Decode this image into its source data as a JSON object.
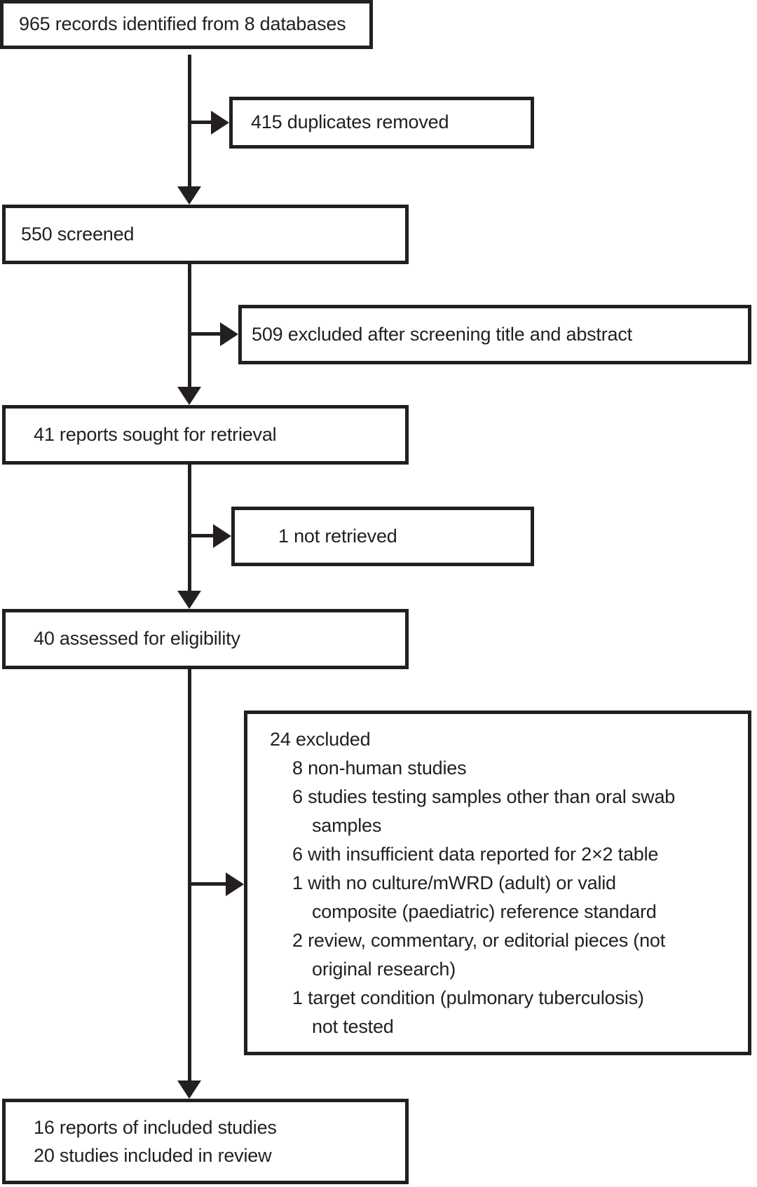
{
  "figure": {
    "type": "study-selection-flow-diagram",
    "colors": {
      "line": "#231f20",
      "text": "#231f20",
      "background": "#ffffff"
    },
    "boxes": {
      "identified": "965 records identified from 8 databases",
      "duplicates_removed": "415 duplicates removed",
      "screened": "550 screened",
      "excluded_screening": "509 excluded after screening title and abstract",
      "sought_retrieval": "41 reports sought for retrieval",
      "not_retrieved": "1 not retrieved",
      "assessed_eligibility": "40 assessed for eligibility",
      "excluded_detail": {
        "heading": "24 excluded",
        "reasons": [
          {
            "lines": [
              "8 non-human studies"
            ]
          },
          {
            "lines": [
              "6 studies testing samples other than oral swab",
              "samples"
            ]
          },
          {
            "lines": [
              "6 with insufficient data reported for 2×2 table"
            ]
          },
          {
            "lines": [
              "1 with no culture/mWRD (adult) or valid",
              "composite (paediatric) reference standard"
            ]
          },
          {
            "lines": [
              "2 review, commentary, or editorial pieces (not",
              "original research)"
            ]
          },
          {
            "lines": [
              "1 target condition (pulmonary tuberculosis)",
              "not tested"
            ]
          }
        ]
      },
      "included": {
        "lines": [
          "16 reports of included studies",
          "20 studies included in review"
        ]
      }
    }
  }
}
